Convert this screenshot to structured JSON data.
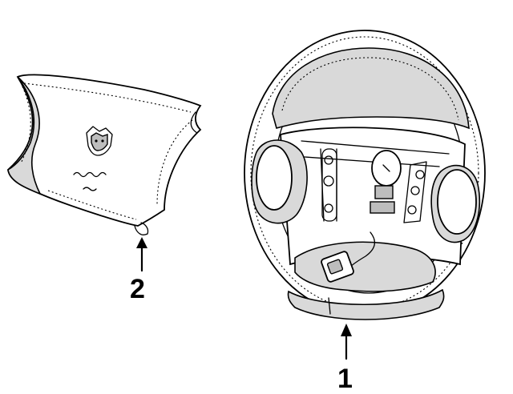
{
  "diagram": {
    "callouts": [
      {
        "id": "1",
        "label": "1"
      },
      {
        "id": "2",
        "label": "2"
      }
    ],
    "parts": [
      {
        "callout": "1",
        "icon": "steering-wheel-icon"
      },
      {
        "callout": "2",
        "icon": "airbag-cover-icon"
      }
    ]
  }
}
